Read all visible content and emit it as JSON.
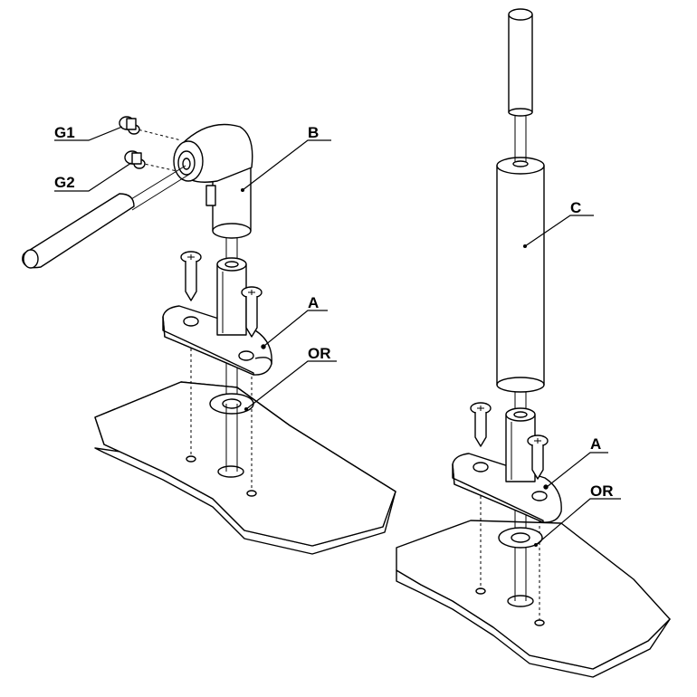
{
  "labels": {
    "g1": "G1",
    "g2": "G2",
    "b": "B",
    "a_left": "A",
    "or_left": "OR",
    "c": "C",
    "a_right": "A",
    "or_right": "OR"
  }
}
